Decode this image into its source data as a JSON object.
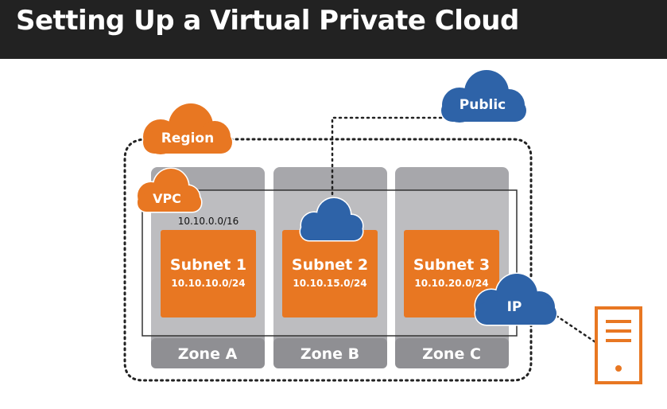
{
  "header": {
    "title": "Setting Up a Virtual Private Cloud"
  },
  "diagram": {
    "region": {
      "label": "Region"
    },
    "vpc": {
      "label": "VPC",
      "cidr": "10.10.0.0/16"
    },
    "public": {
      "label": "Public"
    },
    "ip": {
      "label": "IP"
    },
    "zones": [
      {
        "label": "Zone A"
      },
      {
        "label": "Zone B"
      },
      {
        "label": "Zone C"
      }
    ],
    "subnets": [
      {
        "label": "Subnet 1",
        "cidr": "10.10.10.0/24"
      },
      {
        "label": "Subnet 2",
        "cidr": "10.10.15.0/24"
      },
      {
        "label": "Subnet 3",
        "cidr": "10.10.20.0/24"
      }
    ],
    "server_icon": "server-icon"
  },
  "colors": {
    "header_bg": "#222222",
    "orange": "#e87722",
    "blue": "#2e63a8",
    "zone_gray": "#a7a7ab",
    "zone_footer": "#8f8f93"
  }
}
